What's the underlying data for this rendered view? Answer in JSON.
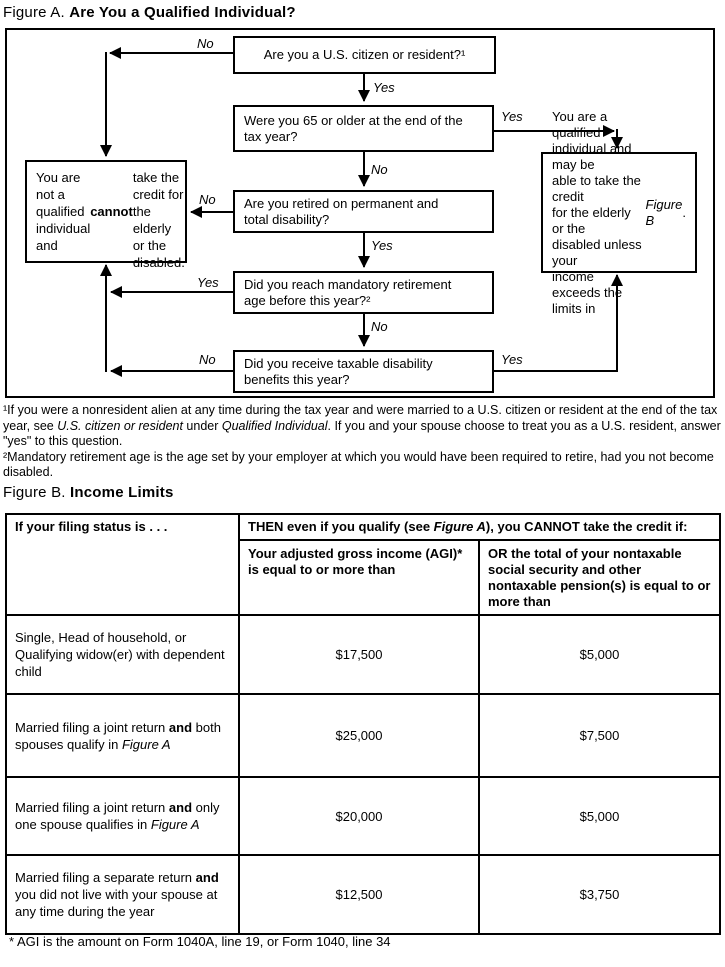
{
  "figure_a": {
    "title": [
      {
        "t": "Figure A. "
      },
      {
        "t": "Are You a Qualified Individual?",
        "b": true
      }
    ],
    "labels": {
      "yes": "Yes",
      "no": "No"
    },
    "boxes": {
      "q1": "Are you a U.S. citizen or resident?¹",
      "q2": "Were you 65 or older at the end of the\ntax year?",
      "q3": "Are you retired on permanent and\ntotal disability?",
      "q4": "Did you reach mandatory retirement\nage before this year?²",
      "q5": "Did you receive taxable disability\nbenefits this year?",
      "not_qualified": [
        {
          "t": "You are not a qualified\nindividual and "
        },
        {
          "t": "cannot",
          "b": true
        },
        {
          "t": "\ntake the credit for the\nelderly or the disabled."
        }
      ],
      "qualified": [
        {
          "t": "You are a qualified\nindividual and may be\nable to take the credit\nfor the elderly or the\ndisabled unless your\nincome exceeds the\nlimits in "
        },
        {
          "t": "Figure B",
          "i": true
        },
        {
          "t": "."
        }
      ]
    },
    "footnotes": [
      [
        {
          "t": "¹If you were a nonresident alien at any time during the tax year and were married to a U.S. citizen or resident at the end of the tax year, see "
        },
        {
          "t": "U.S. citizen or resident",
          "i": true
        },
        {
          "t": " under "
        },
        {
          "t": "Qualified Individual",
          "i": true
        },
        {
          "t": ". If you and your spouse choose to treat you as a U.S. resident, answer \"yes\" to this question."
        }
      ],
      [
        {
          "t": "²Mandatory retirement age is the age set by your employer at which you would have been required to retire, had you not become disabled."
        }
      ]
    ]
  },
  "figure_b": {
    "title": [
      {
        "t": "Figure B. "
      },
      {
        "t": "Income Limits",
        "b": true
      }
    ],
    "table": {
      "col1_header": "If your filing status is . . .",
      "span_header": [
        {
          "t": "THEN even if you qualify (see "
        },
        {
          "t": "Figure A",
          "i": true
        },
        {
          "t": "), you CANNOT take the credit if:"
        }
      ],
      "sub_headers": [
        "Your adjusted gross income (AGI)* is equal to or more than",
        "OR the total of your nontaxable social security and other nontaxable pension(s) is equal to or more than"
      ],
      "rows": [
        {
          "status": [
            {
              "t": "Single, Head of household, or Qualifying widow(er) with dependent child"
            }
          ],
          "agi": "$17,500",
          "pension": "$5,000"
        },
        {
          "status": [
            {
              "t": "Married filing a joint return "
            },
            {
              "t": "and",
              "b": true
            },
            {
              "t": " both spouses qualify in "
            },
            {
              "t": "Figure A",
              "i": true
            }
          ],
          "agi": "$25,000",
          "pension": "$7,500"
        },
        {
          "status": [
            {
              "t": "Married filing a joint return "
            },
            {
              "t": "and",
              "b": true
            },
            {
              "t": " only one spouse qualifies in "
            },
            {
              "t": "Figure A",
              "i": true
            }
          ],
          "agi": "$20,000",
          "pension": "$5,000"
        },
        {
          "status": [
            {
              "t": "Married filing a separate return "
            },
            {
              "t": "and",
              "b": true
            },
            {
              "t": " you did not live with your spouse at any time during the year"
            }
          ],
          "agi": "$12,500",
          "pension": "$3,750"
        }
      ],
      "footnote": "* AGI is the amount on Form 1040A, line 19, or Form 1040, line 34"
    }
  }
}
